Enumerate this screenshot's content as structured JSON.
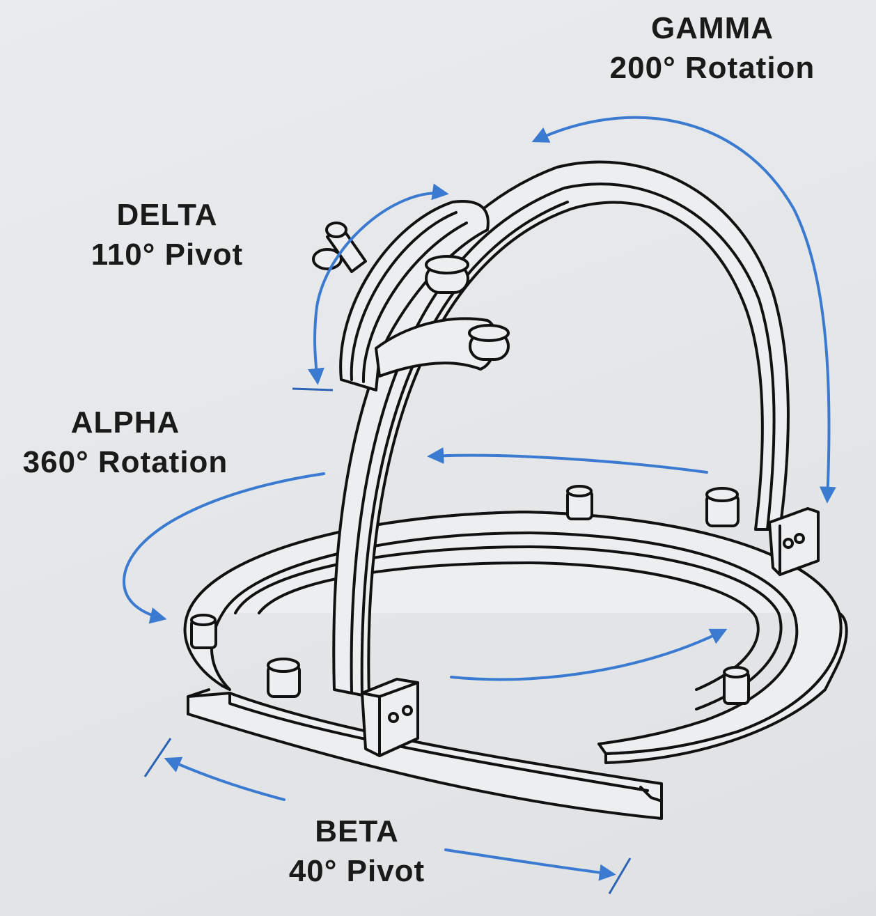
{
  "labels": {
    "gamma": {
      "name": "GAMMA",
      "value": "200° Rotation"
    },
    "delta": {
      "name": "DELTA",
      "value": "110° Pivot"
    },
    "alpha": {
      "name": "ALPHA",
      "value": "360° Rotation"
    },
    "beta": {
      "name": "BETA",
      "value": "40° Pivot"
    }
  },
  "colors": {
    "arrow": "#3a7ad0",
    "line": "#111111",
    "background": "#e6e8ea"
  }
}
